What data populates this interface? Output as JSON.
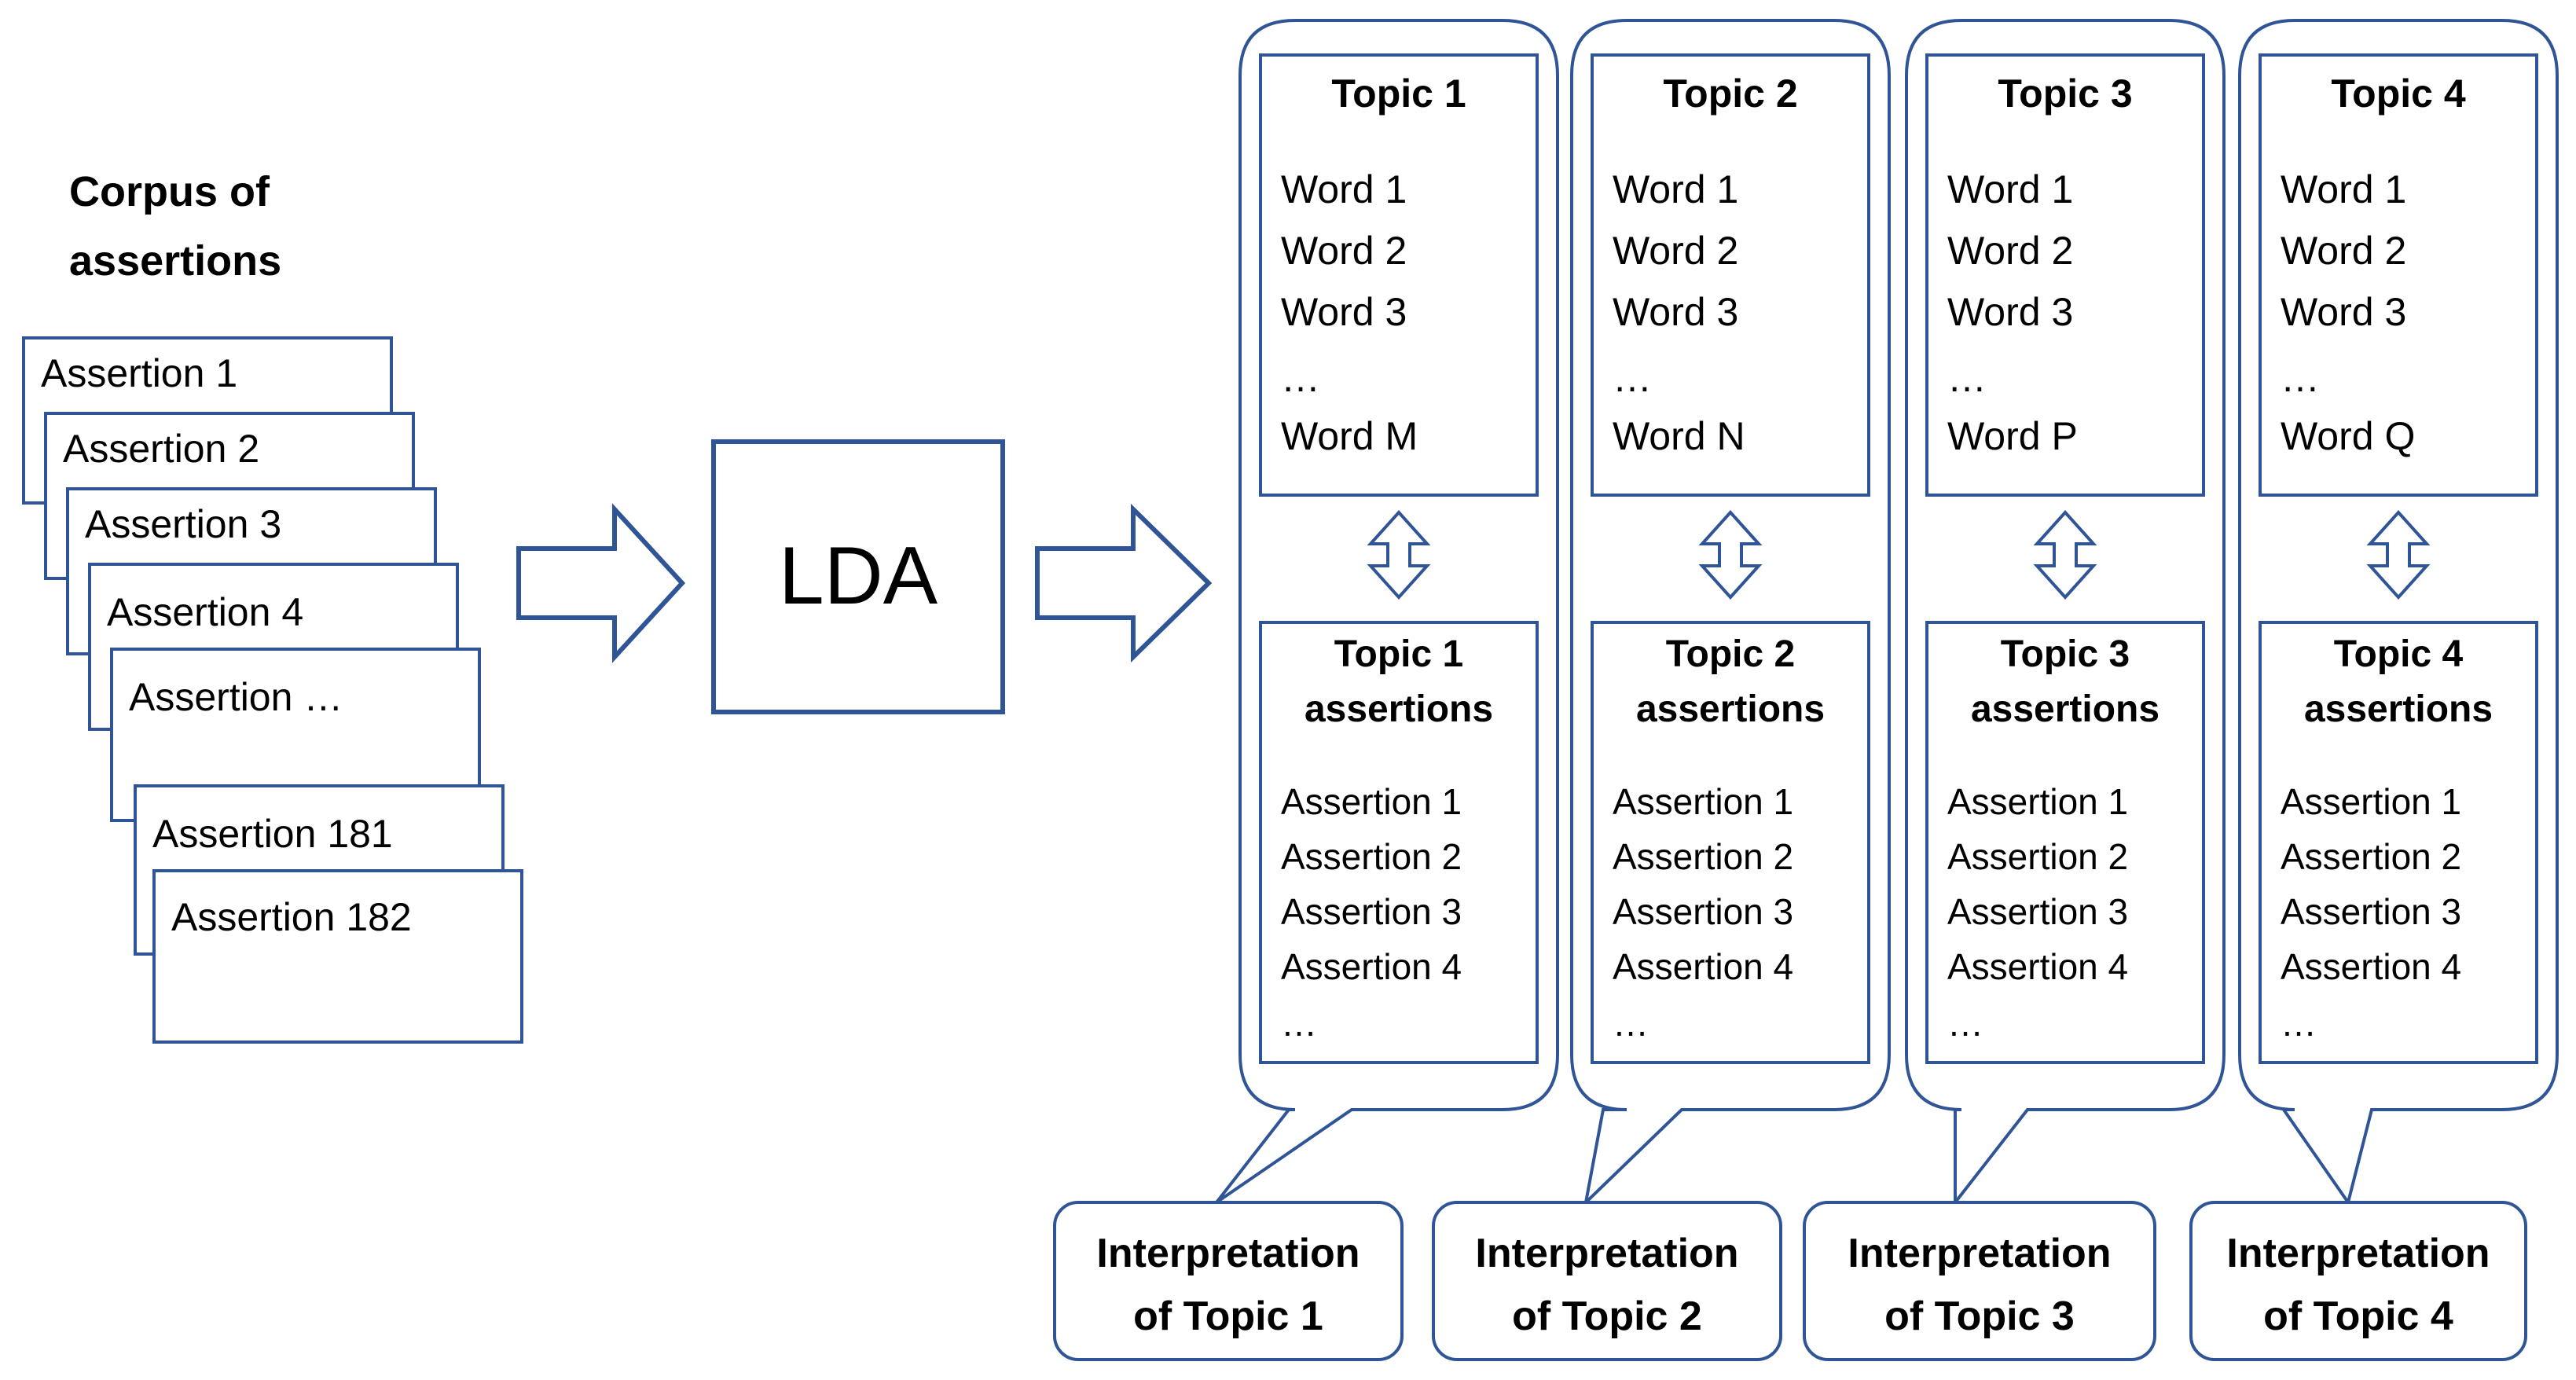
{
  "corpus": {
    "title_lines": [
      "Corpus of",
      "assertions"
    ],
    "cards": [
      "Assertion 1",
      "Assertion 2",
      "Assertion 3",
      "Assertion 4",
      "Assertion …",
      "Assertion 181",
      "Assertion 182"
    ]
  },
  "lda": {
    "label": "LDA"
  },
  "topics": [
    {
      "title": "Topic 1",
      "words": [
        "Word 1",
        "Word 2",
        "Word 3",
        "…",
        "Word M"
      ],
      "assertions_title_lines": [
        "Topic 1",
        "assertions"
      ],
      "assertions": [
        "Assertion 1",
        "Assertion 2",
        "Assertion 3",
        "Assertion 4",
        "…"
      ],
      "interpretation_lines": [
        "Interpretation",
        "of Topic 1"
      ]
    },
    {
      "title": "Topic 2",
      "words": [
        "Word 1",
        "Word 2",
        "Word 3",
        "…",
        "Word N"
      ],
      "assertions_title_lines": [
        "Topic 2",
        "assertions"
      ],
      "assertions": [
        "Assertion 1",
        "Assertion 2",
        "Assertion 3",
        "Assertion 4",
        "…"
      ],
      "interpretation_lines": [
        "Interpretation",
        "of Topic 2"
      ]
    },
    {
      "title": "Topic 3",
      "words": [
        "Word 1",
        "Word 2",
        "Word 3",
        "…",
        "Word P"
      ],
      "assertions_title_lines": [
        "Topic 3",
        "assertions"
      ],
      "assertions": [
        "Assertion 1",
        "Assertion 2",
        "Assertion 3",
        "Assertion 4",
        "…"
      ],
      "interpretation_lines": [
        "Interpretation",
        "of Topic 3"
      ]
    },
    {
      "title": "Topic 4",
      "words": [
        "Word 1",
        "Word 2",
        "Word 3",
        "…",
        "Word Q"
      ],
      "assertions_title_lines": [
        "Topic 4",
        "assertions"
      ],
      "assertions": [
        "Assertion 1",
        "Assertion 2",
        "Assertion 3",
        "Assertion 4",
        "…"
      ],
      "interpretation_lines": [
        "Interpretation",
        "of Topic 4"
      ]
    }
  ],
  "colors": {
    "stroke": "#2f5597",
    "text": "#000000",
    "background": "#ffffff"
  }
}
